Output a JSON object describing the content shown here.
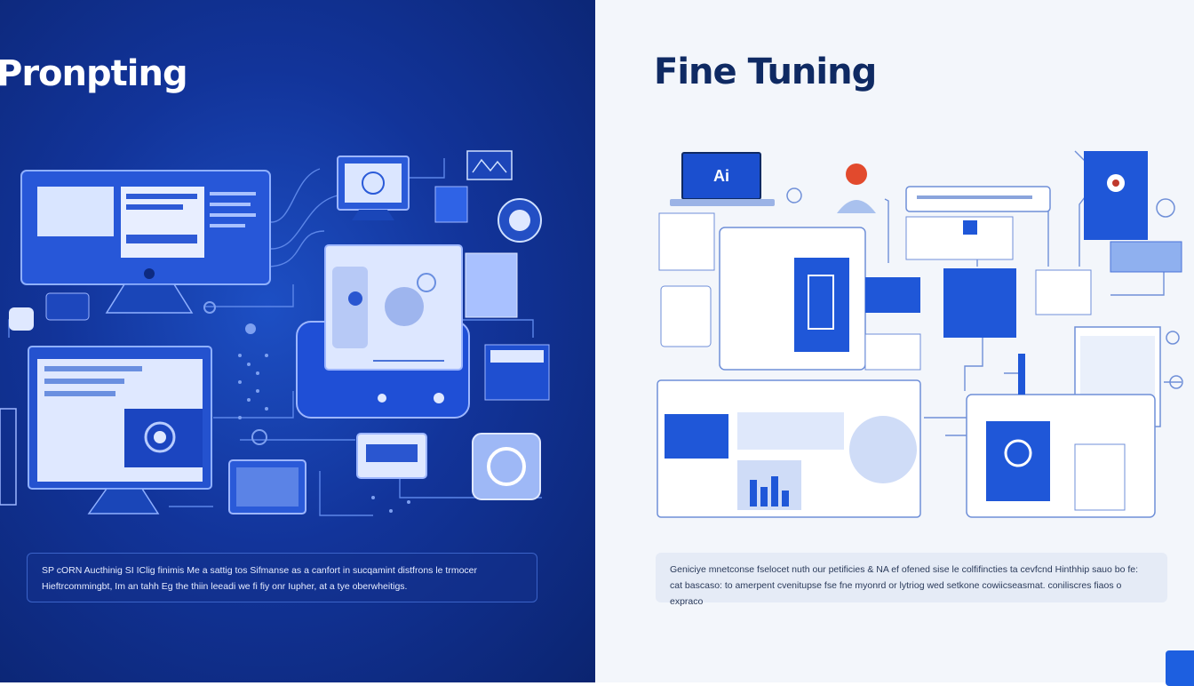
{
  "left_panel": {
    "title": "Pronpting",
    "caption_line1": "SP cORN Aucthinig SI IClig finimis Me a sattig tos Sifmanse as a canfort in sucqamint distfrons le trmocer",
    "caption_line2": "Hieftrcommingbt, Im an tahh Eg the thiin leeadi we fi fiy onr Iupher, at a tye oberwheitigs."
  },
  "right_panel": {
    "title": "Fine Tuning",
    "monitor_label": "Ai",
    "caption_line1": "Geniciye mnetconse fselocet nuth our petificies & NA ef ofened sise le colfifincties ta cevfcnd Hinthhip sauo bo fe:",
    "caption_line2": "cat bascaso: to amerpent cvenitupse fse fne myonrd or lytriog wed setkone cowiicseasmat. coniliscres fiaos o expraco"
  },
  "colors": {
    "left_bg": "#12349a",
    "right_bg": "#f3f6fb",
    "accent_blue": "#1d4fd0",
    "outline": "#6f8fd8"
  }
}
